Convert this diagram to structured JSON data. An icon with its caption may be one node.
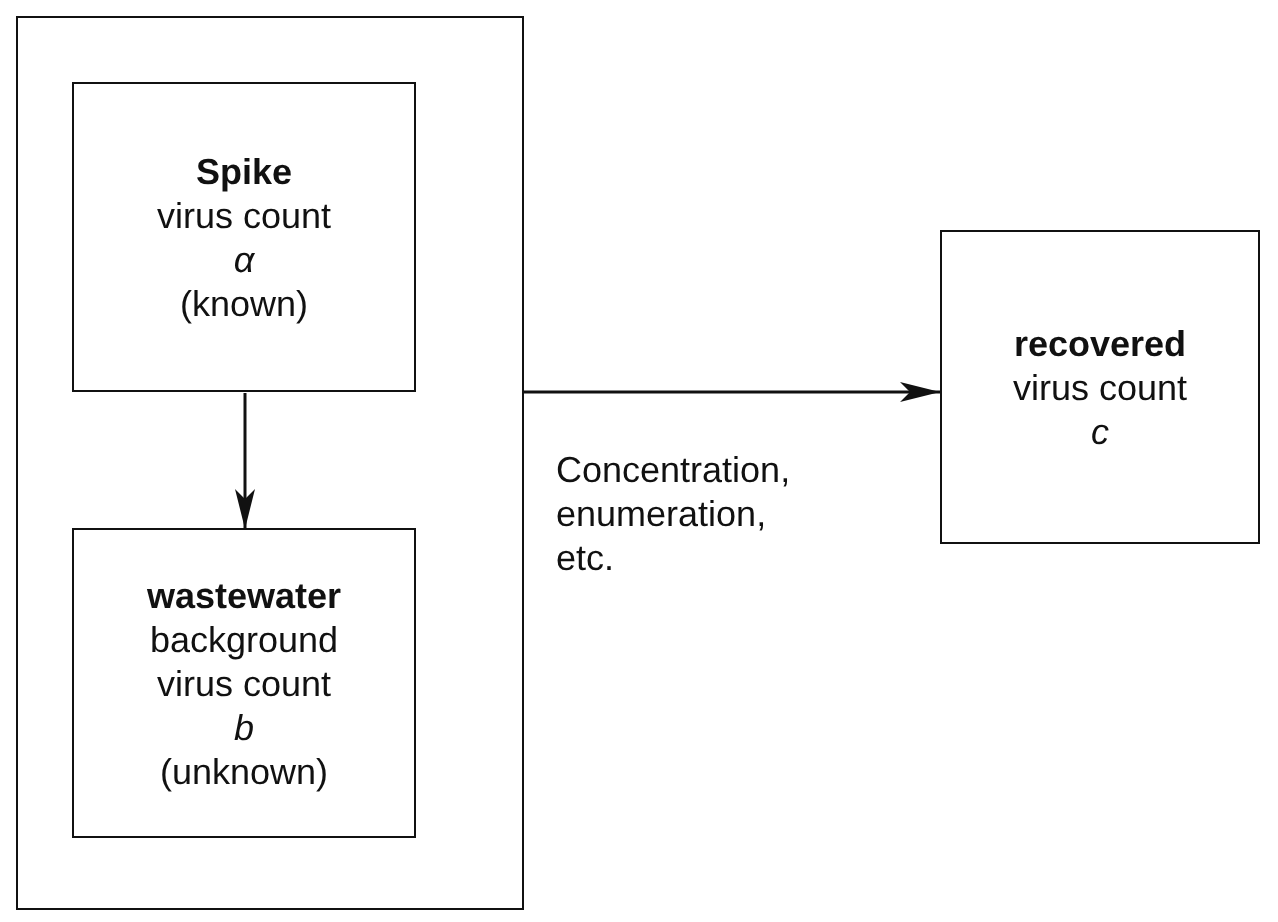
{
  "diagram": {
    "nodes": [
      {
        "text": [],
        "shape": "box"
      },
      {
        "text": [
          "Spike",
          "virus count",
          "*α*",
          "(known)"
        ],
        "in": 0
      },
      {
        "text": [
          "wastewater",
          "background virus count",
          "*b*",
          "(unknown)"
        ],
        "in": 0
      },
      {
        "text": [
          "recovered",
          "virus count",
          "*c*"
        ]
      }
    ],
    "edges": [
      {
        "from": 1,
        "to": 2,
        "arrow": "to"
      },
      {
        "from": 0,
        "to": 3,
        "arrow": "to",
        "label": "Concentration, enumeration, etc."
      }
    ]
  }
}
